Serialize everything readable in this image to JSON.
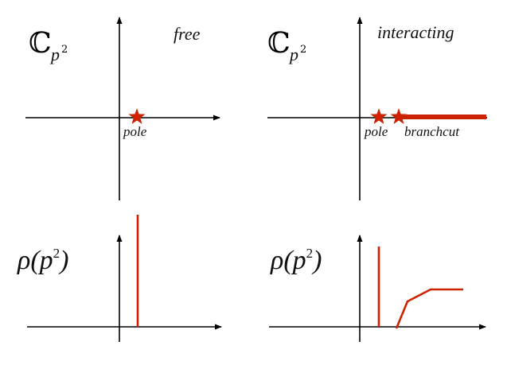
{
  "panels": {
    "free_plane": {
      "symbol": "ℂ",
      "subscript_base": "p",
      "subscript_exp": "2",
      "label": "free",
      "pole_label": "pole"
    },
    "interacting_plane": {
      "symbol": "ℂ",
      "subscript_base": "p",
      "subscript_exp": "2",
      "label": "interacting",
      "pole_label": "pole",
      "cut_label": "branchcut"
    },
    "free_spectral": {
      "prefix": "ρ(p",
      "exp": "2",
      "suffix": ")"
    },
    "interacting_spectral": {
      "prefix": "ρ(p",
      "exp": "2",
      "suffix": ")"
    }
  },
  "colors": {
    "accent": "#cc2200",
    "axis": "#000000"
  },
  "icons": {
    "pole_marker": "star-icon"
  }
}
